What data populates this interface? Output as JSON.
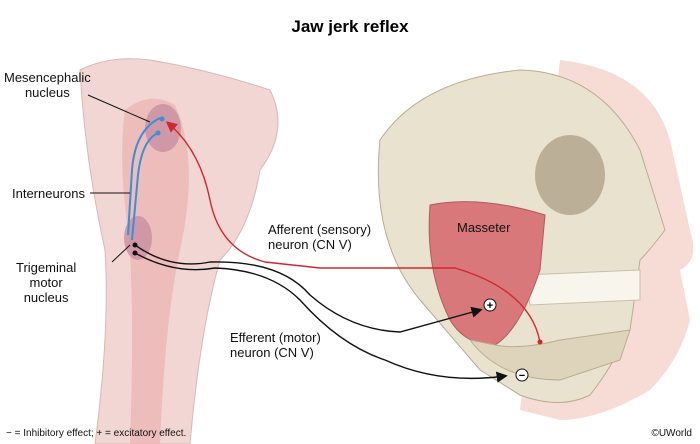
{
  "title": "Jaw jerk reflex",
  "labels": {
    "mesencephalic": [
      "Mesencephalic",
      "nucleus"
    ],
    "interneurons": "Interneurons",
    "trigeminal": [
      "Trigeminal",
      "motor",
      "nucleus"
    ],
    "afferent": [
      "Afferent (sensory)",
      "neuron (CN V)"
    ],
    "efferent": [
      "Efferent (motor)",
      "neuron (CN V)"
    ],
    "masseter": "Masseter"
  },
  "symbols": {
    "plus": "+",
    "minus": "−"
  },
  "footnote": "− = Inhibitory effect; + = excitatory effect.",
  "copyright": "©UWorld",
  "colors": {
    "afferent": "#d0282e",
    "efferent": "#111111",
    "interneuron": "#3a8fd6",
    "brainstem": "#f2d6d3",
    "bone": "#e9e2cf",
    "muscle": "#d9787a"
  }
}
